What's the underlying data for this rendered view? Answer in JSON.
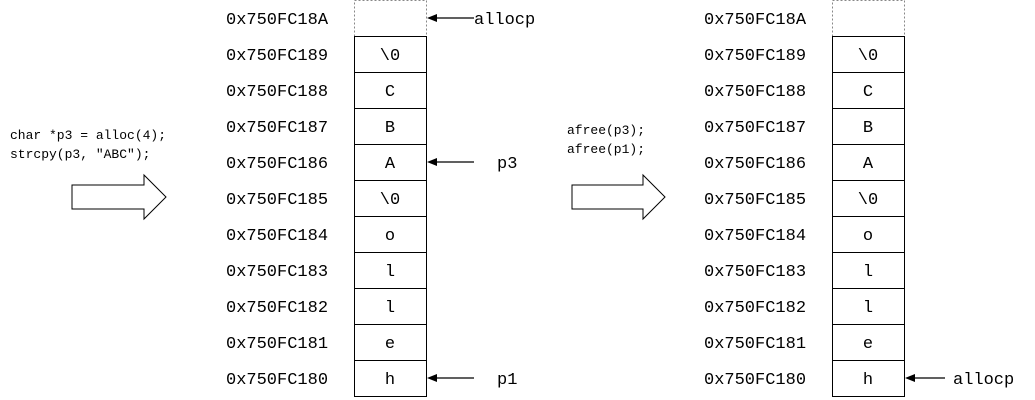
{
  "code_before": [
    "char *p3 = alloc(4);",
    "strcpy(p3, \"ABC\");"
  ],
  "code_after": [
    "afree(p3);",
    "afree(p1);"
  ],
  "addresses": [
    "0x750FC18A",
    "0x750FC189",
    "0x750FC188",
    "0x750FC187",
    "0x750FC186",
    "0x750FC185",
    "0x750FC184",
    "0x750FC183",
    "0x750FC182",
    "0x750FC181",
    "0x750FC180"
  ],
  "diagrams": [
    {
      "cells": [
        "",
        "\\0",
        "C",
        "B",
        "A",
        "\\0",
        "o",
        "l",
        "l",
        "e",
        "h"
      ],
      "empty_top": true,
      "pointers": [
        {
          "label": "allocp",
          "row": 0
        },
        {
          "label": "p3",
          "row": 4
        },
        {
          "label": "p1",
          "row": 10
        }
      ]
    },
    {
      "cells": [
        "",
        "\\0",
        "C",
        "B",
        "A",
        "\\0",
        "o",
        "l",
        "l",
        "e",
        "h"
      ],
      "empty_top": true,
      "pointers": [
        {
          "label": "allocp",
          "row": 10
        }
      ]
    }
  ]
}
